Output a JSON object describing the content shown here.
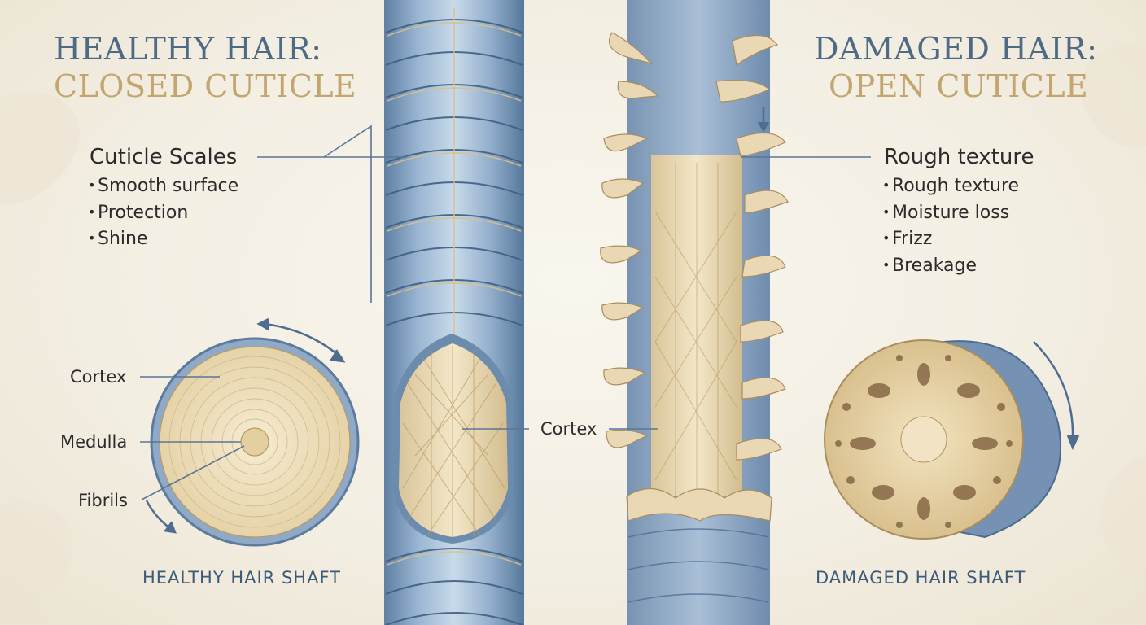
{
  "left": {
    "title_line1": "HEALTHY HAIR:",
    "title_line2": "CLOSED CUTICLE",
    "section_heading": "Cuticle Scales",
    "bullets": [
      "Smooth surface",
      "Protection",
      "Shine"
    ],
    "cross_section_labels": {
      "cortex": "Cortex",
      "medulla": "Medulla",
      "fibrils": "Fibrils"
    },
    "caption": "HEALTHY HAIR SHAFT"
  },
  "center": {
    "cortex_label": "Cortex"
  },
  "right": {
    "title_line1": "DAMAGED HAIR:",
    "title_line2": "OPEN CUTICLE",
    "section_heading": "Rough texture",
    "bullets": [
      "Rough texture",
      "Moisture loss",
      "Frizz",
      "Breakage"
    ],
    "caption": "DAMAGED HAIR SHAFT"
  },
  "colors": {
    "title_blue": "#4f6a85",
    "title_gold": "#c3a56f",
    "cuticle_blue": "#8eaccb",
    "cortex_cream": "#ecdcb8",
    "caption_blue": "#3d5a78"
  },
  "icons": [
    "rotation-arrow-icon",
    "down-arrow-icon"
  ]
}
